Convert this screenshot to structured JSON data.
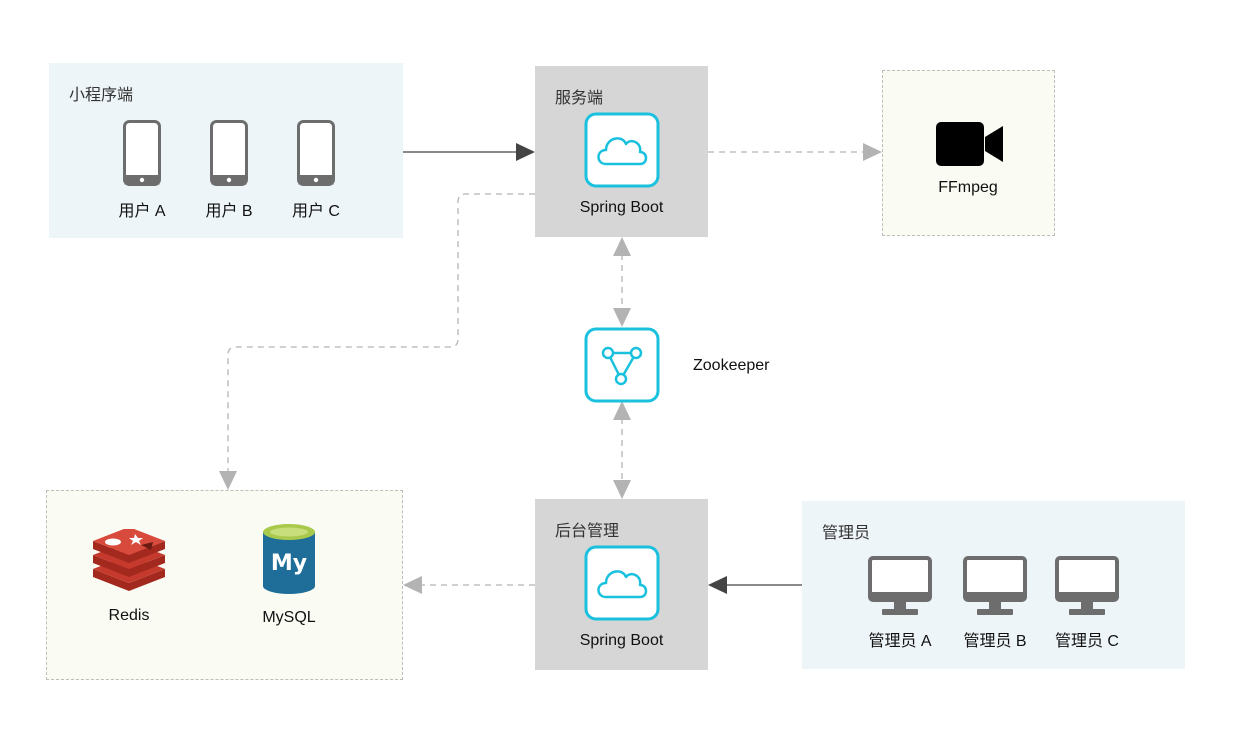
{
  "mini_program": {
    "title": "小程序端",
    "users": [
      {
        "label": "用户 A"
      },
      {
        "label": "用户 B"
      },
      {
        "label": "用户 C"
      }
    ]
  },
  "server": {
    "title": "服务端",
    "framework": "Spring Boot"
  },
  "ffmpeg": {
    "label": "FFmpeg"
  },
  "zookeeper": {
    "label": "Zookeeper"
  },
  "storage": {
    "redis_label": "Redis",
    "mysql_label": "MySQL",
    "mysql_logo_text": "My"
  },
  "backend": {
    "title": "后台管理",
    "framework": "Spring Boot"
  },
  "admins": {
    "title": "管理员",
    "members": [
      {
        "label": "管理员 A"
      },
      {
        "label": "管理员 B"
      },
      {
        "label": "管理员 C"
      }
    ]
  },
  "colors": {
    "client_bg": "#eef5f8",
    "service_bg": "#d6d6d6",
    "ext_bg": "#fafbf3",
    "accent": "#19c1de",
    "arrow_solid": "#444444",
    "arrow_dashed": "#b3b3b3",
    "device_gray": "#6d6d6d",
    "redis_red": "#c63a2e",
    "mysql_blue": "#1f6e9a",
    "mysql_green": "#a9c94c"
  }
}
